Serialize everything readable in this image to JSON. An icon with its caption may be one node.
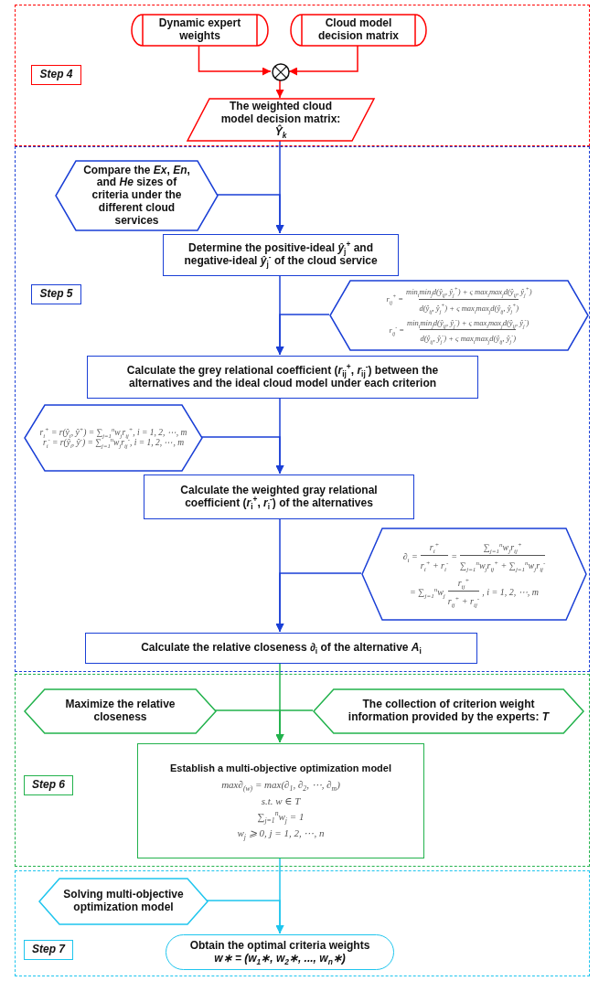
{
  "diagram": {
    "nodes": [
      {
        "text": [],
        "shape": "box"
      },
      {
        "text": [
          "Step 4"
        ],
        "in": 0
      },
      {
        "text": [
          "Dynamic expert weights"
        ],
        "in": 0
      },
      {
        "text": [
          "Cloud model decision matrix"
        ],
        "in": 0
      },
      {
        "text": [],
        "shape": "circle",
        "in": 0
      },
      {
        "text": [
          "The weighted cloud model decision matrix:",
          "Ŷ$_{k}$"
        ],
        "in": 0
      },
      {
        "text": [],
        "shape": "box"
      },
      {
        "text": [
          "Step 5"
        ],
        "in": 6
      },
      {
        "text": [
          "Compare the *Ex*, *En*, and *He* sizes of criteria under the different cloud services"
        ],
        "in": 6
      },
      {
        "text": [
          "Determine the positive-ideal *ŷ*$_{j}$$^{+}$ and negative-ideal *ŷ*$_{j}$$^{-}$ of the cloud service"
        ],
        "in": 6
      },
      {
        "text": [
          "r$_{ij}$$^{+}$ =",
          "min$_{i}$min$_{j}$d(ŷ$_{ij}$, ŷ$_{j}$$^{+}$) + ς max$_{i}$max$_{j}$d(ŷ$_{ij}$, ŷ$_{j}$$^{+}$)",
          "d(ŷ$_{ij}$, ŷ$_{j}$$^{+}$) + ς max$_{i}$max$_{j}$d(ŷ$_{ij}$, ŷ$_{j}$$^{+}$)",
          "r$_{ij}$$^{-}$ =",
          "min$_{i}$min$_{j}$d(ŷ$_{ij}$, ŷ$_{j}$$^{-}$) + ς max$_{i}$max$_{j}$d(ŷ$_{ij}$, ŷ$_{j}$$^{-}$)",
          "d(ŷ$_{ij}$, ŷ$_{j}$$^{-}$) + ς max$_{i}$max$_{j}$d(ŷ$_{ij}$, ŷ$_{j}$$^{-}$)"
        ],
        "in": 6
      },
      {
        "text": [
          "Calculate the grey relational coefficient (*r*$_{ij}$$^{+}$, *r*$_{ij}$$^{-}$) between the alternatives and the ideal cloud model under each criterion"
        ],
        "in": 6
      },
      {
        "text": [
          "r$_{i}$$^{+}$ = r(ŷ$_{i}$, ŷ$^{+}$) = ∑$_{j=1}$$^{n}$w$_{j}$r$_{ij}$$^{+}$, i = 1, 2, ⋯, m",
          "r$_{i}$$^{-}$ = r(ŷ$_{i}$, ŷ$^{-}$) = ∑$_{j=1}$$^{n}$w$_{j}$r$_{ij}$$^{-}$, i = 1, 2, ⋯, m"
        ],
        "in": 6
      },
      {
        "text": [
          "Calculate the weighted gray relational coefficient (*r*$_{i}$$^{+}$, *r*$_{i}$$^{-}$) of the alternatives"
        ],
        "in": 6
      },
      {
        "text": [
          "∂$_{i}$ =",
          "r$_{i}$$^{+}$",
          "r$_{i}$$^{+}$ + r$_{i}$$^{-}$",
          "=",
          "∑$_{j=1}$$^{n}$w$_{j}$r$_{ij}$$^{+}$",
          "∑$_{j=1}$$^{n}$w$_{j}$r$_{ij}$$^{+}$ + ∑$_{j=1}$$^{n}$w$_{j}$r$_{ij}$$^{-}$",
          "= ∑$_{j=1}$$^{n}$w$_{j}$",
          "r$_{ij}$$^{+}$",
          "r$_{ij}$$^{+}$ + r$_{ij}$$^{-}$",
          ", i = 1, 2, ⋯, m"
        ],
        "in": 6
      },
      {
        "text": [
          "Calculate the relative closeness ∂$_{i}$ of the alternative *A*$_{i}$"
        ],
        "in": 6
      },
      {
        "text": [],
        "shape": "box"
      },
      {
        "text": [
          "Step 6"
        ],
        "in": 16
      },
      {
        "text": [
          "Maximize the relative closeness"
        ],
        "in": 16
      },
      {
        "text": [
          "The collection of criterion weight information provided by the experts: *T*"
        ],
        "in": 16
      },
      {
        "text": [
          "Establish a multi-objective optimization model",
          "max∂$_{(w)}$ = max(∂$_{1}$, ∂$_{2}$, ⋯, ∂$_{m}$)",
          "s.t. w ∈ T",
          "∑$_{j=1}$$^{n}$w$_{j}$ = 1",
          "w$_{j}$ ⩾ 0, j = 1, 2, ⋯, n"
        ],
        "in": 16
      },
      {
        "text": [],
        "shape": "box"
      },
      {
        "text": [
          "Step 7"
        ],
        "in": 21
      },
      {
        "text": [
          "Solving multi-objective optimization model"
        ],
        "in": 21
      },
      {
        "text": [
          "Obtain the optimal criteria weights",
          "w∗ = (w$_{1}$∗, w$_{2}$∗, ..., w$_{n}$∗)"
        ],
        "in": 21
      }
    ],
    "edges": [
      {
        "from": 2,
        "to": 4,
        "arrow": "to",
        "color": "#ff0000"
      },
      {
        "from": 3,
        "to": 4,
        "arrow": "to",
        "color": "#ff0000"
      },
      {
        "from": 4,
        "to": 5,
        "arrow": "to",
        "color": "#ff0000"
      },
      {
        "from": 5,
        "to": 9,
        "arrow": "to"
      },
      {
        "from": 8,
        "to": 9,
        "arrow": "to"
      },
      {
        "from": 9,
        "to": 11,
        "arrow": "to"
      },
      {
        "from": 10,
        "to": 11,
        "arrow": "to"
      },
      {
        "from": 11,
        "to": 13,
        "arrow": "to"
      },
      {
        "from": 12,
        "to": 13,
        "arrow": "to"
      },
      {
        "from": 13,
        "to": 15,
        "arrow": "to"
      },
      {
        "from": 14,
        "to": 15,
        "arrow": "to"
      },
      {
        "from": 15,
        "to": 20,
        "arrow": "to",
        "color": "#22b24c"
      },
      {
        "from": 18,
        "to": 20,
        "arrow": "to",
        "color": "#22b24c"
      },
      {
        "from": 19,
        "to": 20,
        "arrow": "to",
        "color": "#22b24c"
      },
      {
        "from": 20,
        "to": 24,
        "arrow": "to",
        "color": "#1ec5ee"
      },
      {
        "from": 23,
        "to": 24,
        "arrow": "to",
        "color": "#1ec5ee"
      }
    ]
  }
}
